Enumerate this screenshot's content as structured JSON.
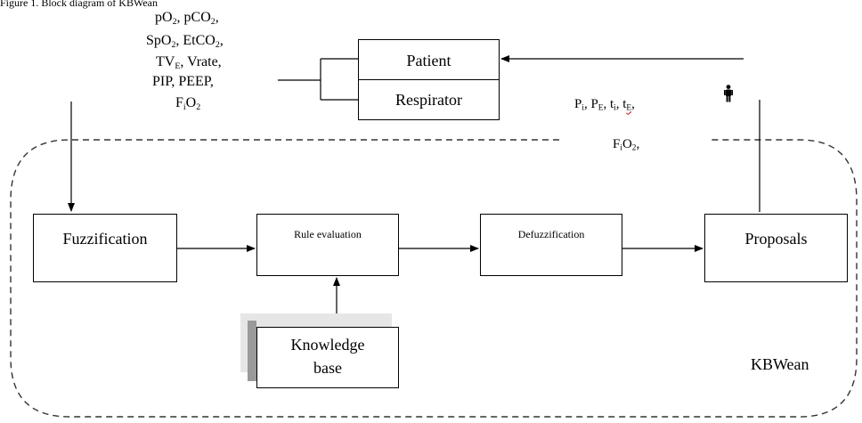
{
  "caption_fragment": "Figure 1. Block diagram of KBWean",
  "inputs": {
    "line1": [
      "pO",
      "2",
      ", pCO",
      "2",
      ","
    ],
    "line2": [
      "SpO",
      "2",
      ", EtCO",
      "2",
      ","
    ],
    "line3": [
      "TV",
      "E",
      ", Vrate,"
    ],
    "line4": "PIP, PEEP,",
    "line5": [
      "F",
      "i",
      "O",
      "2"
    ]
  },
  "patient": "Patient",
  "respirator": "Respirator",
  "outputs": {
    "line1": [
      "P",
      "i",
      ", P",
      "E",
      ", t",
      "i",
      ", t",
      "E",
      ","
    ],
    "line2": [
      "F",
      "i",
      "O",
      "2",
      ","
    ]
  },
  "person_icon": "person-icon",
  "blocks": {
    "fuzzification": "Fuzzification",
    "rule_evaluation": "Rule evaluation",
    "defuzzification": "Defuzzification",
    "proposals": "Proposals",
    "knowledge_base_line1": "Knowledge",
    "knowledge_base_line2": "base"
  },
  "system_label": "KBWean",
  "colors": {
    "stroke": "#000000",
    "dashed": "#333333",
    "shadow_dark": "#9a9a9a",
    "shadow_light": "#e6e6e6"
  }
}
